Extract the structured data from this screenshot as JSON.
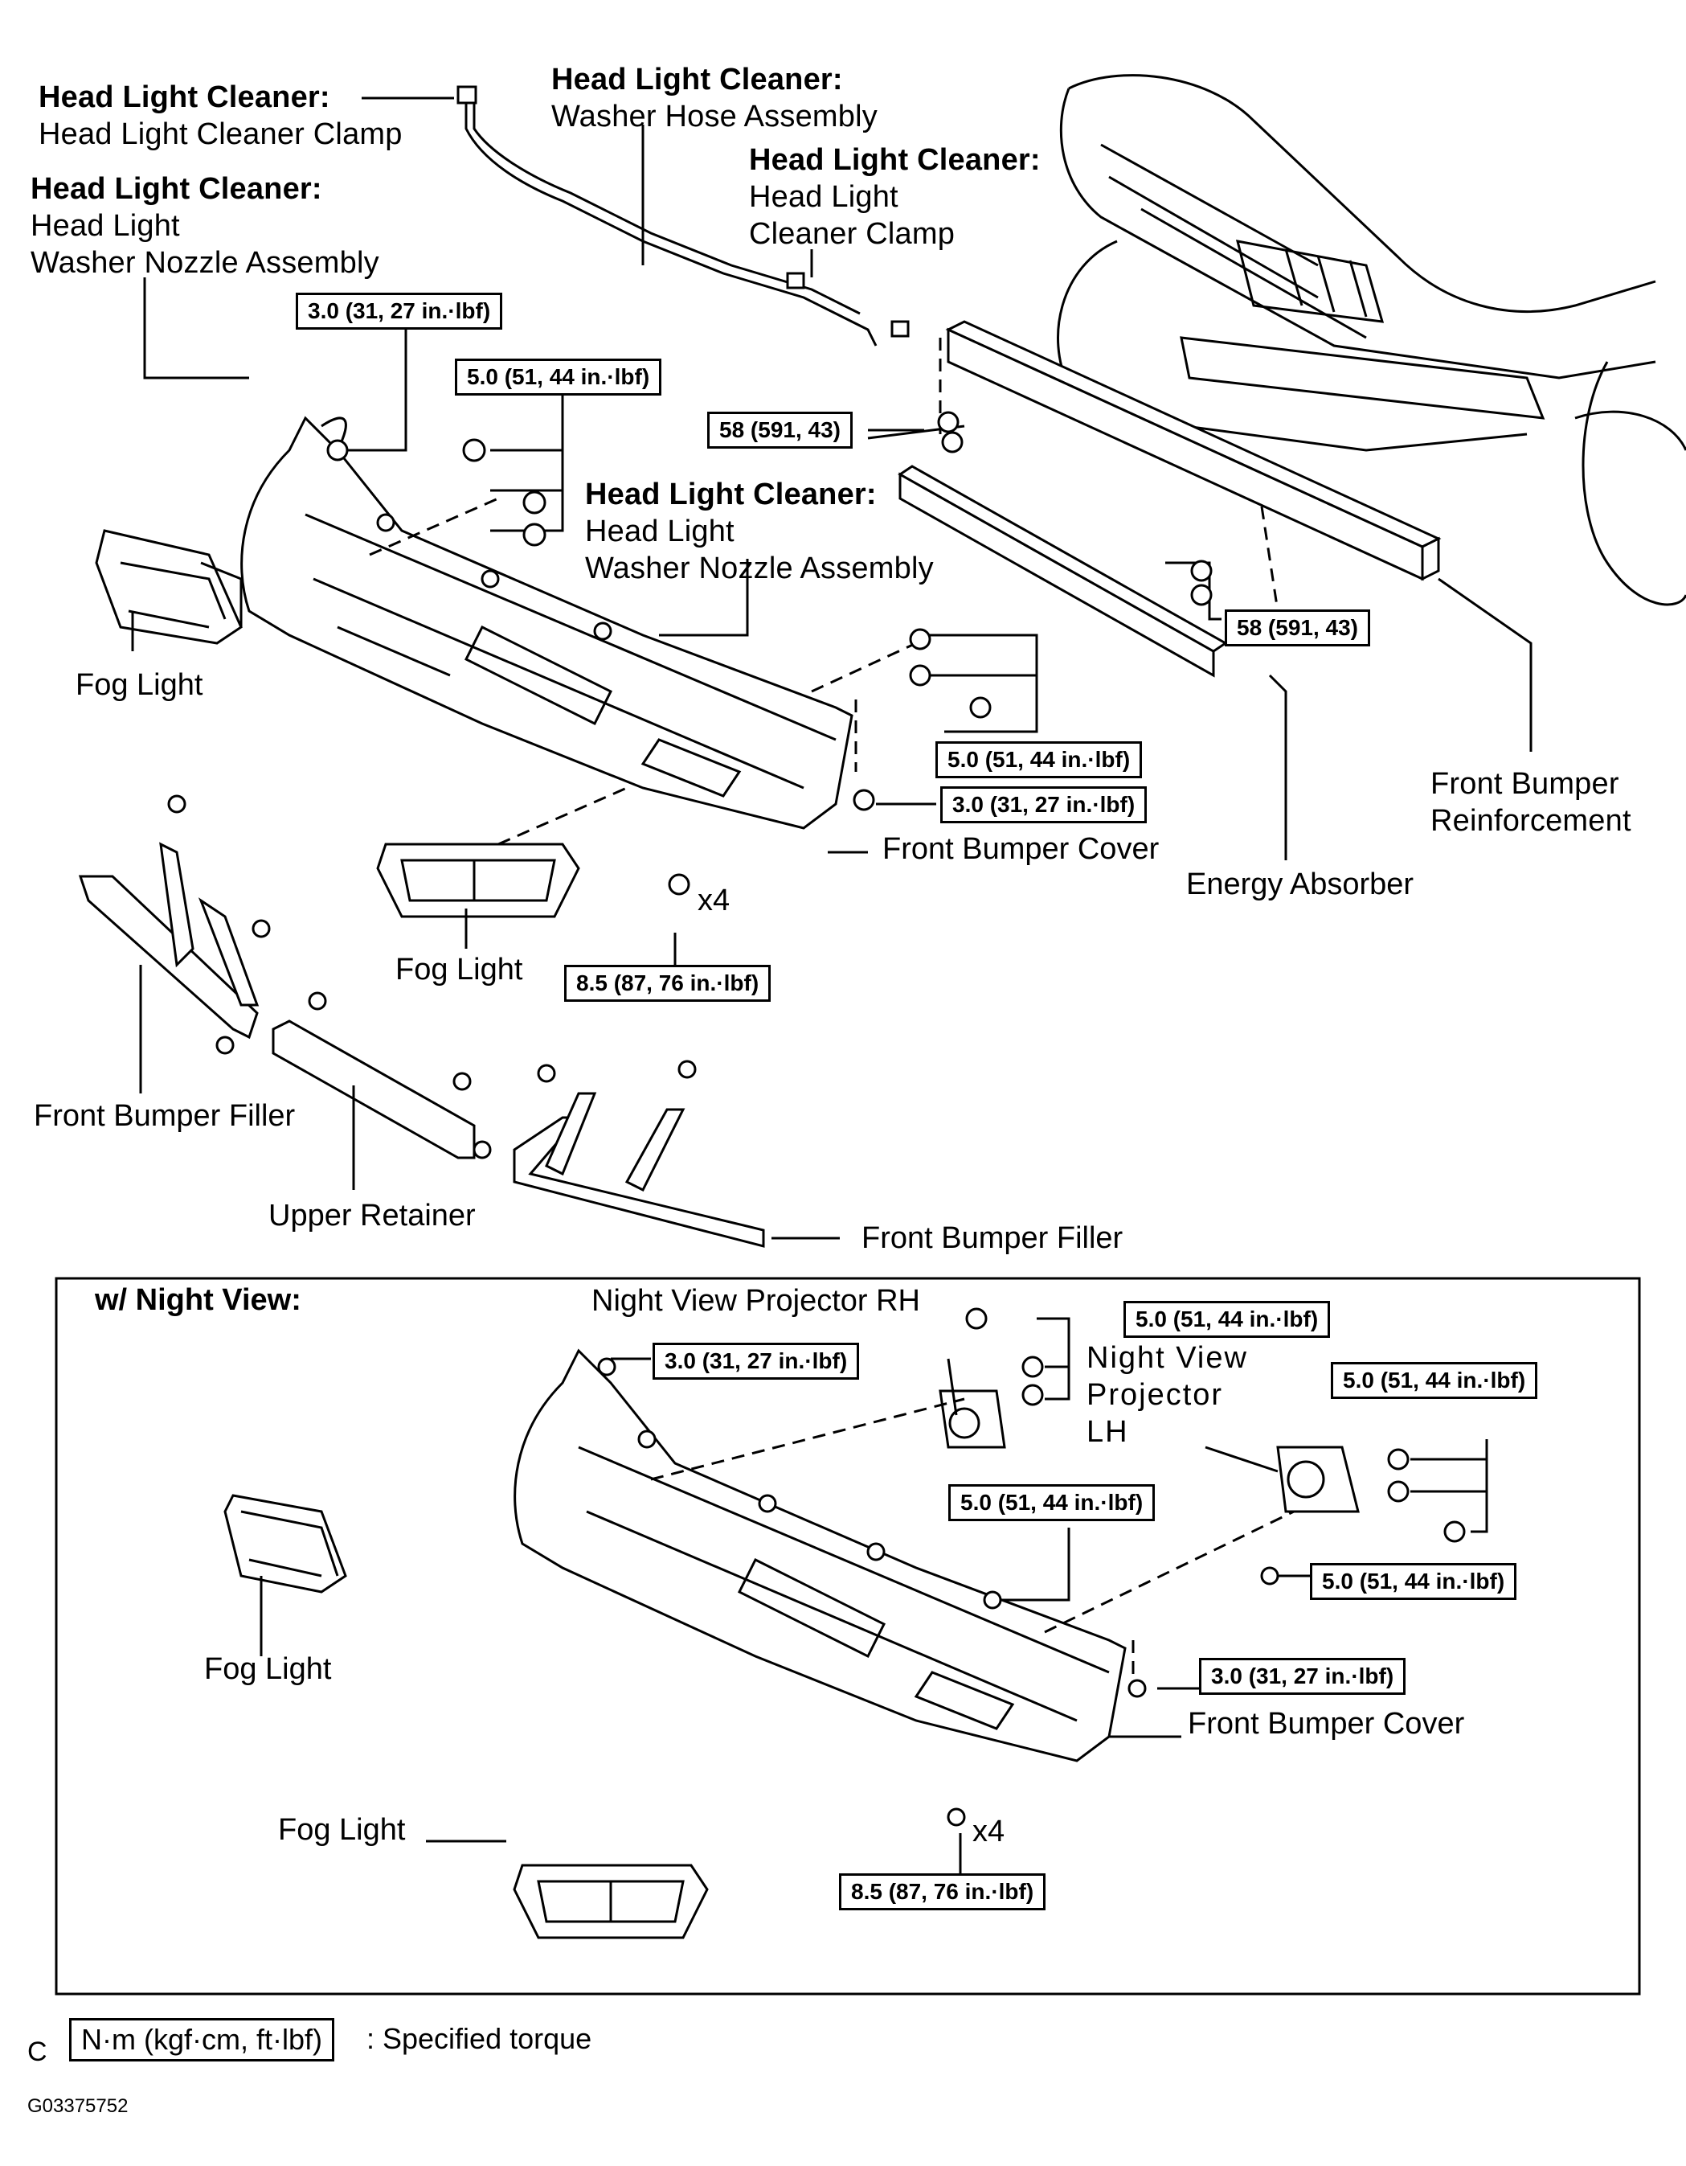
{
  "labels": {
    "clamp_left": {
      "title": "Head Light Cleaner:",
      "text": "Head Light Cleaner Clamp"
    },
    "hose": {
      "title": "Head Light Cleaner:",
      "text": "Washer Hose Assembly"
    },
    "clamp_right": {
      "title": "Head Light Cleaner:",
      "line1": "Head Light",
      "line2": "Cleaner Clamp"
    },
    "nozzle_left": {
      "title": "Head Light Cleaner:",
      "line1": "Head Light",
      "line2": "Washer Nozzle Assembly"
    },
    "nozzle_mid": {
      "title": "Head Light Cleaner:",
      "line1": "Head Light",
      "line2": "Washer Nozzle Assembly"
    },
    "fog_light_1": "Fog Light",
    "fog_light_2": "Fog Light",
    "front_bumper_cover": "Front Bumper Cover",
    "energy_absorber": "Energy Absorber",
    "front_bumper_reinforcement": {
      "line1": "Front Bumper",
      "line2": "Reinforcement"
    },
    "front_bumper_filler_left": "Front Bumper Filler",
    "front_bumper_filler_right": "Front Bumper Filler",
    "upper_retainer": "Upper Retainer",
    "x4_top": "x4",
    "night_view_header": "w/ Night View:",
    "nv_projector_rh": "Night View Projector RH",
    "nv_projector_lh": {
      "line1": "Night View",
      "line2": "Projector",
      "line3": "LH"
    },
    "fog_light_3": "Fog Light",
    "fog_light_4": "Fog Light",
    "front_bumper_cover_nv": "Front Bumper Cover",
    "x4_bottom": "x4"
  },
  "torques": {
    "t_3_0_a": "3.0 (31, 27 in.·lbf)",
    "t_5_0_a": "5.0 (51, 44 in.·lbf)",
    "t_58_a": "58 (591, 43)",
    "t_58_b": "58 (591, 43)",
    "t_5_0_b": "5.0 (51, 44 in.·lbf)",
    "t_3_0_b": "3.0 (31, 27 in.·lbf)",
    "t_8_5_a": "8.5 (87, 76 in.·lbf)",
    "t_5_0_nv_rh": "5.0 (51, 44 in.·lbf)",
    "t_3_0_nv": "3.0 (31, 27 in.·lbf)",
    "t_5_0_nv_lh": "5.0 (51, 44 in.·lbf)",
    "t_5_0_nv_mid": "5.0 (51, 44 in.·lbf)",
    "t_5_0_nv_right": "5.0 (51, 44 in.·lbf)",
    "t_3_0_nv_b": "3.0 (31, 27 in.·lbf)",
    "t_8_5_nv": "8.5 (87, 76 in.·lbf)"
  },
  "legend": {
    "letter": "C",
    "unit_box": "N·m (kgf·cm, ft·lbf)",
    "text": ": Specified torque"
  },
  "figure_id": "G03375752"
}
